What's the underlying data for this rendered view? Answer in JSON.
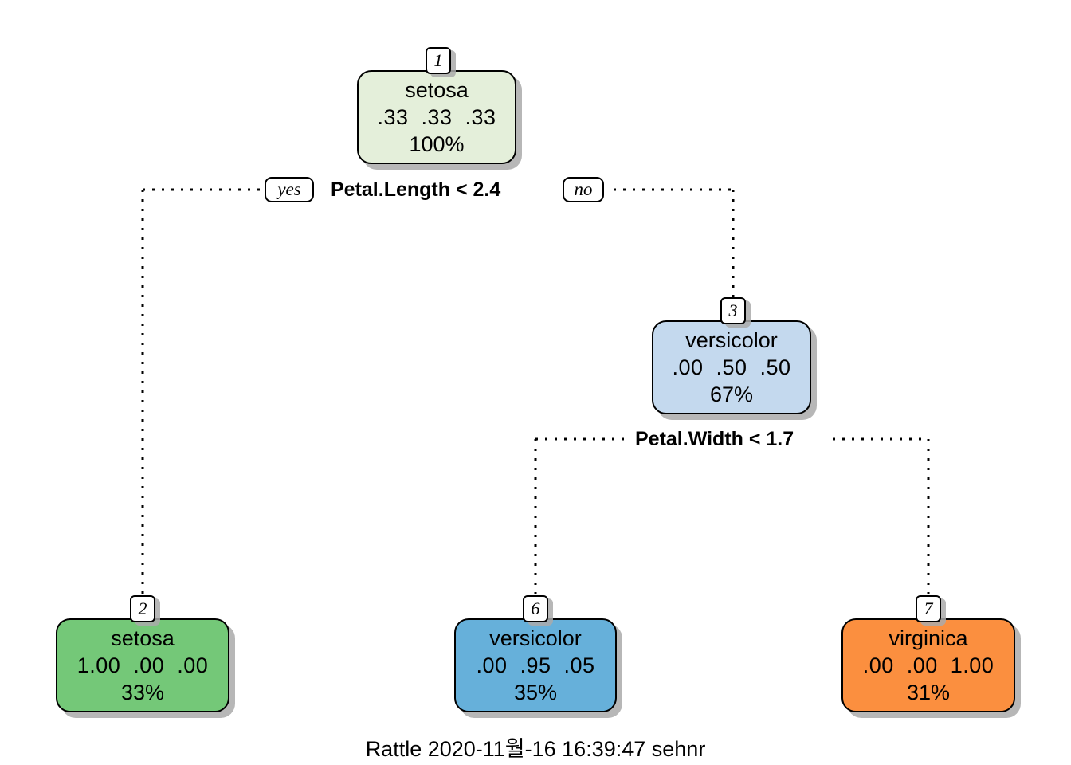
{
  "chart_data": {
    "type": "diagram",
    "subtype": "decision-tree",
    "title": "",
    "caption": "Rattle 2020-11월-16 16:39:47 sehnr",
    "class_order": [
      "setosa",
      "versicolor",
      "virginica"
    ],
    "nodes": [
      {
        "id": "1",
        "label": "setosa",
        "probs": ".33  .33  .33",
        "pct": "100%",
        "fill": "#e4efda",
        "kind": "root"
      },
      {
        "id": "3",
        "label": "versicolor",
        "probs": ".00  .50  .50",
        "pct": "67%",
        "fill": "#c4d9ee",
        "kind": "internal"
      },
      {
        "id": "2",
        "label": "setosa",
        "probs": "1.00  .00  .00",
        "pct": "33%",
        "fill": "#74c878",
        "kind": "leaf"
      },
      {
        "id": "6",
        "label": "versicolor",
        "probs": ".00  .95  .05",
        "pct": "35%",
        "fill": "#66b0da",
        "kind": "leaf"
      },
      {
        "id": "7",
        "label": "virginica",
        "probs": ".00  .00  1.00",
        "pct": "31%",
        "fill": "#fb8f3f",
        "kind": "leaf"
      }
    ],
    "splits": [
      {
        "id": "split1",
        "text": "Petal.Length < 2.4",
        "yes_label": "yes",
        "no_label": "no"
      },
      {
        "id": "split2",
        "text": "Petal.Width < 1.7",
        "yes_label": "",
        "no_label": ""
      }
    ],
    "edges": [
      {
        "from": "1",
        "to": "2",
        "branch": "yes"
      },
      {
        "from": "1",
        "to": "3",
        "branch": "no"
      },
      {
        "from": "3",
        "to": "6",
        "branch": "yes"
      },
      {
        "from": "3",
        "to": "7",
        "branch": "no"
      }
    ],
    "style": {
      "edge_style": "dotted",
      "edge_color": "#000000",
      "background": "#ffffff",
      "node_border": "#000000",
      "shadow": "#aaaaaa"
    }
  }
}
